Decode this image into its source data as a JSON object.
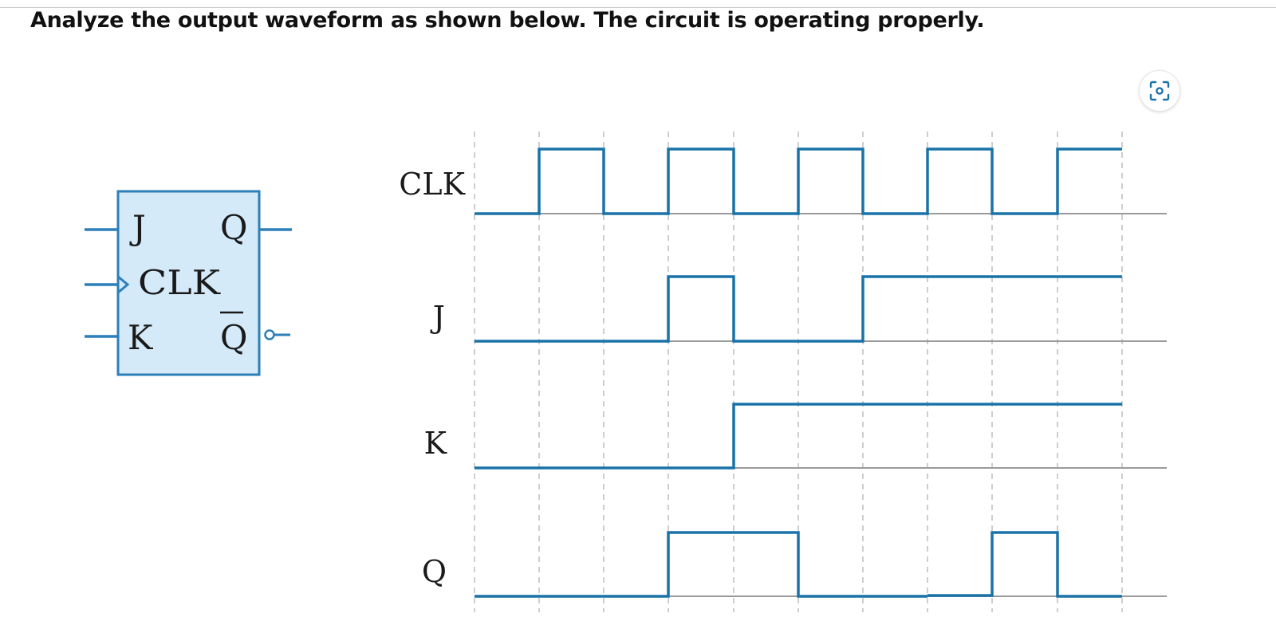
{
  "question": "Analyze the output waveform as shown below. The circuit is operating properly.",
  "flipflop": {
    "j_label": "J",
    "q_label": "Q",
    "clk_label": "CLK",
    "k_label": "K",
    "qbar_label": "Q"
  },
  "timing": {
    "clk_label": "CLK",
    "j_label": "J",
    "k_label": "K",
    "q_label": "Q"
  },
  "scan_button": {
    "icon": "scan-icon"
  },
  "colors": {
    "signal": "#1a73a8",
    "box_fill": "#d4eaf8",
    "box_stroke": "#2c7fb8",
    "baseline": "#9a9a9a",
    "gridline": "#bdbdbd"
  }
}
